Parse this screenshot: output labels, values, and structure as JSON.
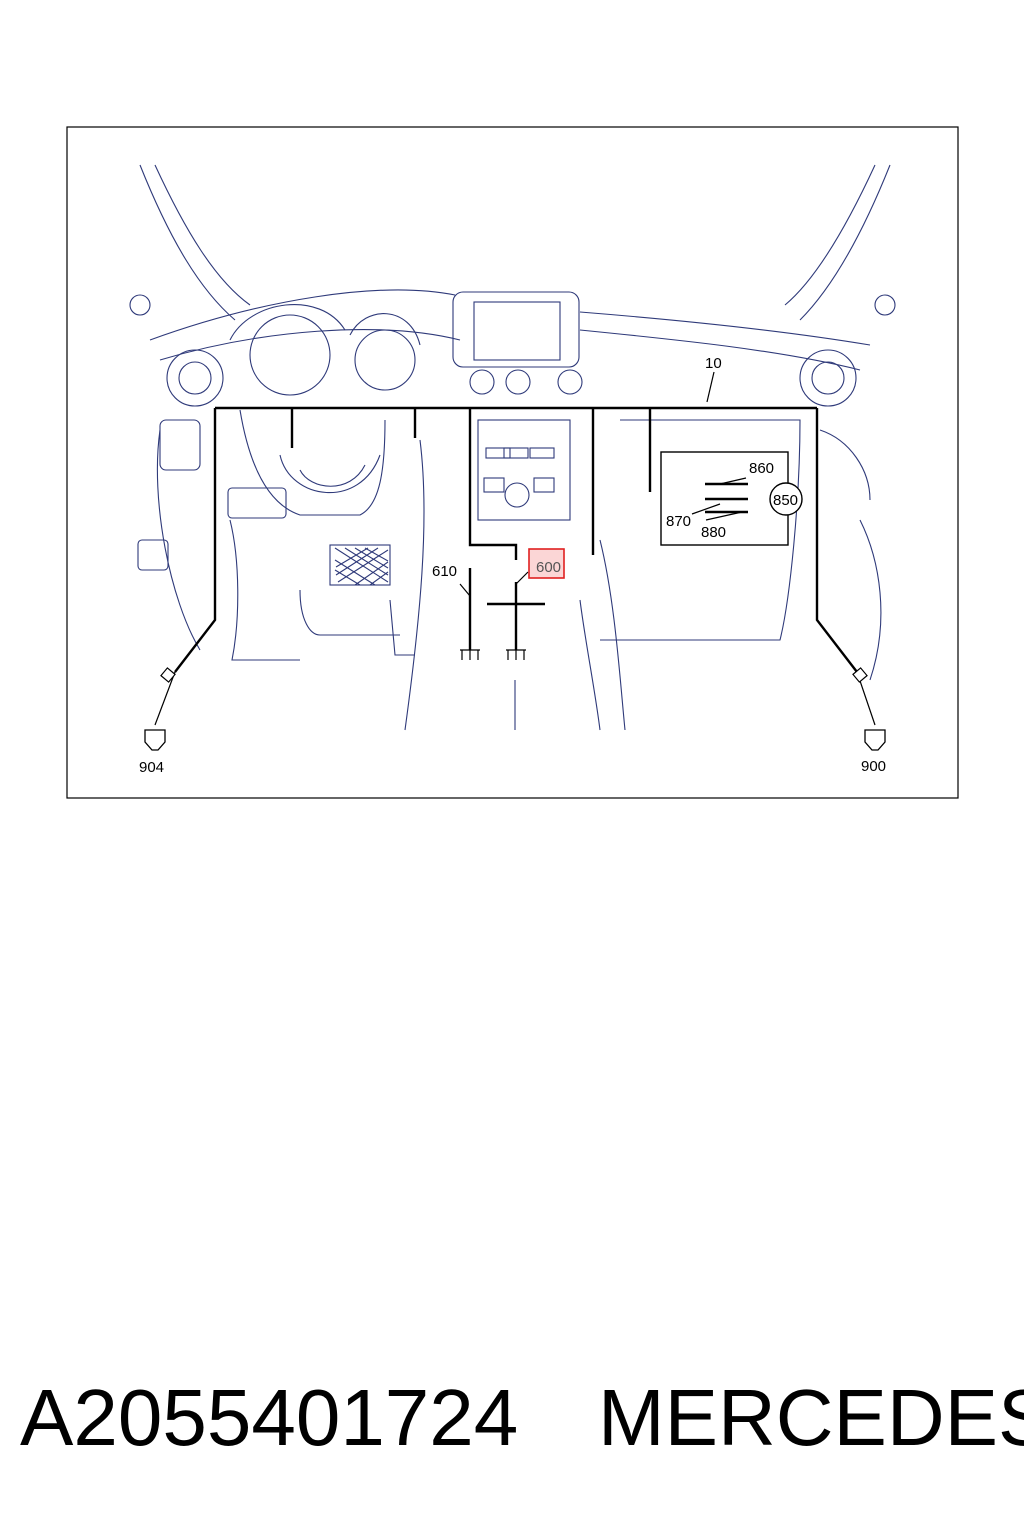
{
  "diagram": {
    "labels": {
      "harness": "10",
      "callout_610": "610",
      "callout_600": "600",
      "callout_860": "860",
      "callout_850": "850",
      "callout_870": "870",
      "callout_880": "880",
      "connector_left": "904",
      "connector_right": "900"
    },
    "highlighted_part": "600",
    "colors": {
      "line_art": "#2f3a7a",
      "harness": "#000000",
      "highlight_fill": "#fbd6d6",
      "highlight_border": "#e02020"
    }
  },
  "caption": {
    "part_number": "A2055401724",
    "brand": "MERCEDES"
  }
}
